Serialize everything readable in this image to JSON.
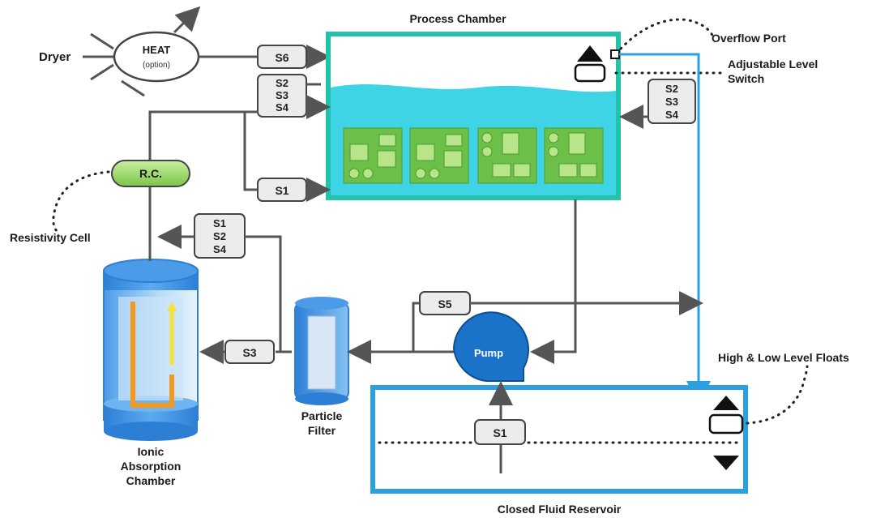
{
  "labels": {
    "dryer": "Dryer",
    "heat": "HEAT",
    "heat_sub": "(option)",
    "process_chamber": "Process Chamber",
    "overflow_port": "Overflow Port",
    "adjustable_level_1": "Adjustable Level",
    "adjustable_level_2": "Switch",
    "resistivity_cell": "Resistivity Cell",
    "rc": "R.C.",
    "pump": "Pump",
    "high_low_floats": "High & Low Level Floats",
    "particle_filter_1": "Particle",
    "particle_filter_2": "Filter",
    "ionic_1": "Ionic",
    "ionic_2": "Absorption",
    "ionic_3": "Chamber",
    "reservoir": "Closed Fluid Reservoir"
  },
  "valves": {
    "s6": "S6",
    "s2_left": "S2",
    "s3_left": "S3",
    "s4_left": "S4",
    "s1_mid": "S1",
    "s2_right": "S2",
    "s3_right": "S3",
    "s4_right": "S4",
    "s1_ionic": "S1",
    "s2_ionic": "S2",
    "s4_ionic": "S4",
    "s5": "S5",
    "s3_filter": "S3",
    "s1_reservoir": "S1"
  },
  "colors": {
    "chamber_fluid": "#3fd3e6",
    "chamber_border": "#22c3a8",
    "board_green": "#6cc04a",
    "pump_blue": "#1a73c9",
    "rc_green": "#9ed86e",
    "reservoir_border": "#2aa0e0",
    "ionic_blue": "#2d7fd6",
    "ionic_tube": "#f39a1e"
  }
}
